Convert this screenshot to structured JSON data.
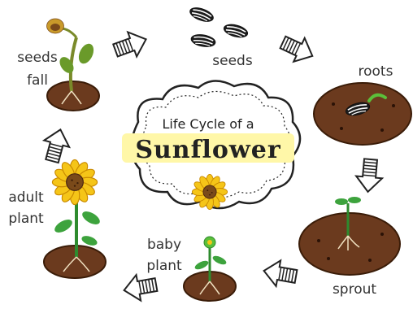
{
  "title": {
    "line1": "Life Cycle of a",
    "line2": "Sunflower"
  },
  "stages": {
    "seeds": "seeds",
    "roots": "roots",
    "sprout": "sprout",
    "baby_plant_1": "baby",
    "baby_plant_2": "plant",
    "adult_plant_1": "adult",
    "adult_plant_2": "plant",
    "seeds_fall_1": "seeds",
    "seeds_fall_2": "fall"
  },
  "colors": {
    "soil": "#6b3a1e",
    "soil_dark": "#4a2612",
    "petal": "#f5c518",
    "petal_dark": "#e0a000",
    "center": "#7a4a1a",
    "stem": "#2e8b2e",
    "leaf": "#3da33d",
    "title_highlight": "#fff7a8",
    "ink": "#222222"
  },
  "icons": [
    "arrow-icon",
    "seed-icon",
    "sunflower-icon",
    "sprout-icon",
    "roots-icon"
  ]
}
